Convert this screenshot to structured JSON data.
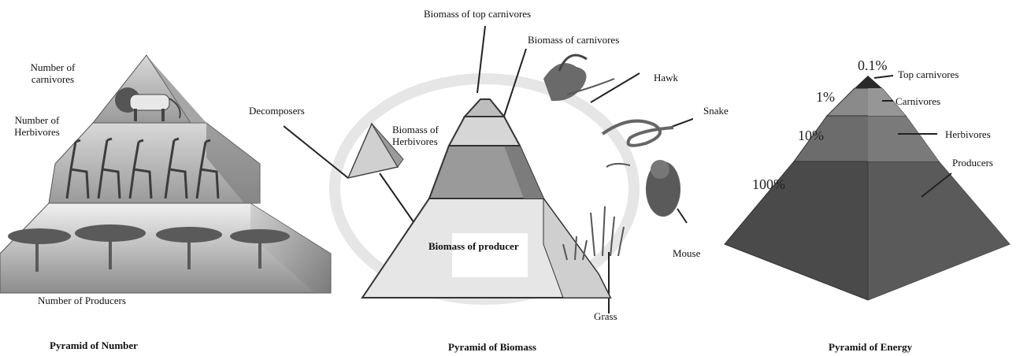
{
  "number_pyramid": {
    "caption": "Pyramid of Number",
    "carnivores_line1": "Number of",
    "carnivores_line2": "carnivores",
    "herbivores_line1": "Number of",
    "herbivores_line2": "Herbivores",
    "producers": "Number of Producers"
  },
  "biomass_pyramid": {
    "caption": "Pyramid of Biomass",
    "top_carnivores": "Biomass of top carnivores",
    "carnivores": "Biomass of carnivores",
    "herbivores_line1": "Biomass of",
    "herbivores_line2": "Herbivores",
    "producer": "Biomass of producer",
    "decomposers": "Decomposers",
    "hawk": "Hawk",
    "snake": "Snake",
    "mouse": "Mouse",
    "grass": "Grass"
  },
  "energy_pyramid": {
    "caption": "Pyramid of Energy",
    "pct_top": "0.1%",
    "pct_carnivores": "1%",
    "pct_herbivores": "10%",
    "pct_producers": "100%",
    "top_carnivores": "Top carnivores",
    "carnivores": "Carnivores",
    "herbivores": "Herbivores",
    "producers": "Producers"
  },
  "colors": {
    "energy_dark": "#4a4a4a",
    "energy_mid": "#6c6c6c",
    "energy_light": "#8a8a8a",
    "pyramid_outline": "#333333"
  }
}
